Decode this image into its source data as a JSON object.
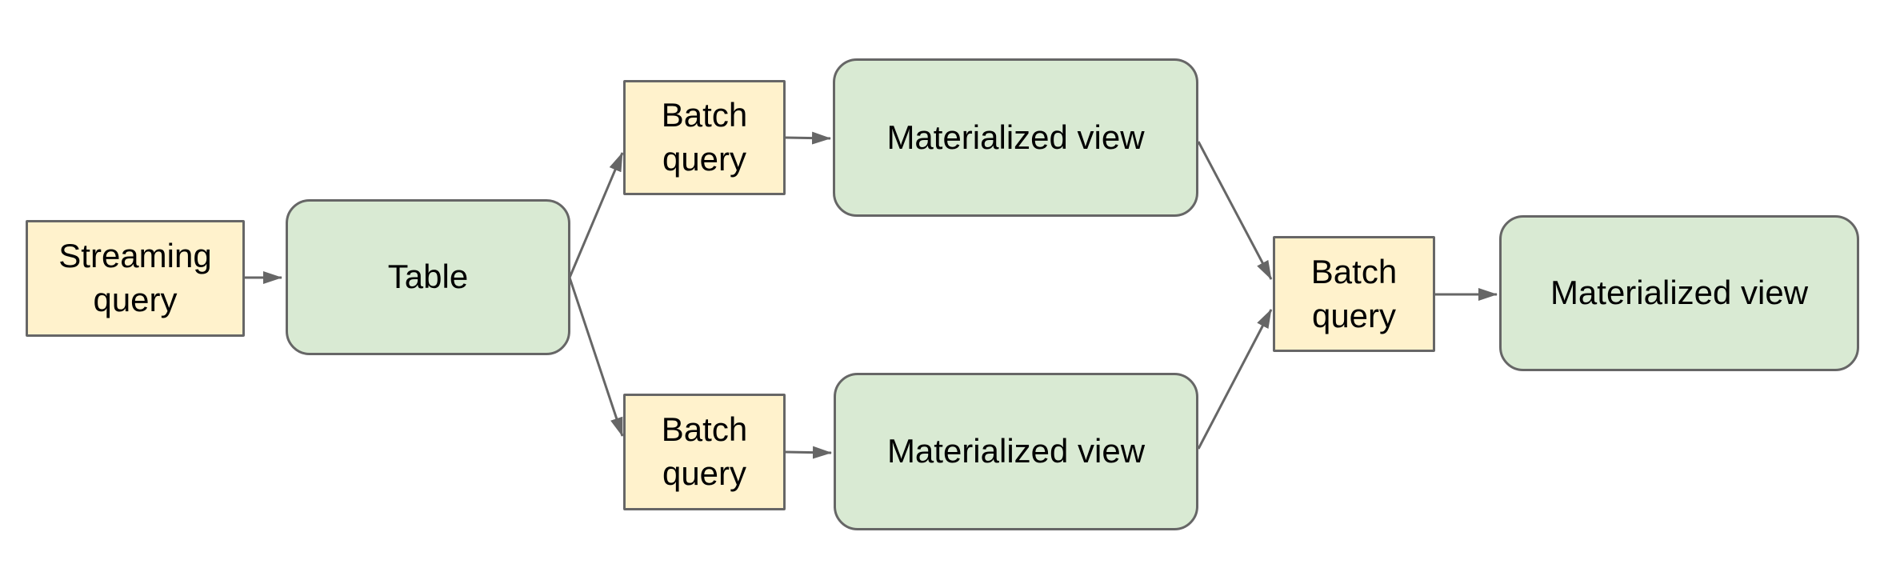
{
  "diagram": {
    "colors": {
      "background": "#ffffff",
      "query_node_fill": "#fff2cc",
      "storage_node_fill": "#d9ead3",
      "node_border": "#666666",
      "arrow": "#666666",
      "label_text": "#000000"
    },
    "nodes": [
      {
        "id": "streaming-query",
        "label": "Streaming query",
        "kind": "query"
      },
      {
        "id": "table",
        "label": "Table",
        "kind": "storage"
      },
      {
        "id": "batch-query-top",
        "label": "Batch query",
        "kind": "query"
      },
      {
        "id": "materialized-view-top",
        "label": "Materialized view",
        "kind": "storage"
      },
      {
        "id": "batch-query-bottom",
        "label": "Batch query",
        "kind": "query"
      },
      {
        "id": "materialized-view-bottom",
        "label": "Materialized view",
        "kind": "storage"
      },
      {
        "id": "batch-query-final",
        "label": "Batch query",
        "kind": "query"
      },
      {
        "id": "materialized-view-final",
        "label": "Materialized view",
        "kind": "storage"
      }
    ],
    "edges": [
      {
        "from": "streaming-query",
        "to": "table"
      },
      {
        "from": "table",
        "to": "batch-query-top"
      },
      {
        "from": "batch-query-top",
        "to": "materialized-view-top"
      },
      {
        "from": "table",
        "to": "batch-query-bottom"
      },
      {
        "from": "batch-query-bottom",
        "to": "materialized-view-bottom"
      },
      {
        "from": "materialized-view-top",
        "to": "batch-query-final"
      },
      {
        "from": "materialized-view-bottom",
        "to": "batch-query-final"
      },
      {
        "from": "batch-query-final",
        "to": "materialized-view-final"
      }
    ]
  }
}
